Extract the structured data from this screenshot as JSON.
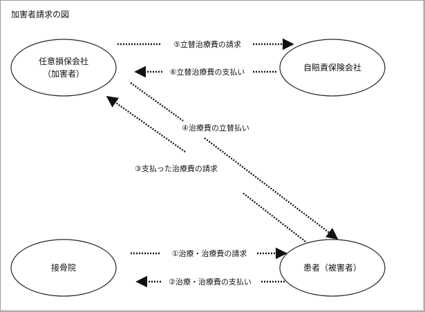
{
  "title": "加害者請求の図",
  "nodes": {
    "insurer_line1": "任意損保会社",
    "insurer_line2": "（加害者）",
    "jibaiseki": "自賠責保険会社",
    "clinic": "接骨院",
    "patient": "患者（被害者）"
  },
  "edges": {
    "e5": "⑤立替治療費の請求",
    "e6": "⑥立替治療費の支払い",
    "e4": "④治療費の立替払い",
    "e3": "③支払った治療費の請求",
    "e1": "①治療・治療費の請求",
    "e2": "②治療・治療費の支払い"
  }
}
